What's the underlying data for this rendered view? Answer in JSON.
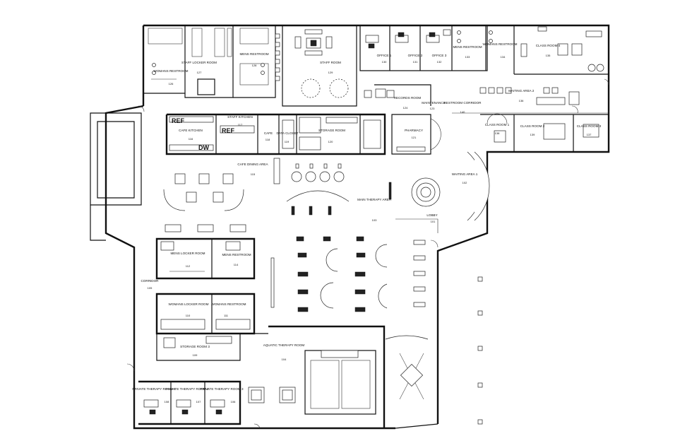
{
  "rooms": {
    "womens_restroom_2": {
      "name": "WOMANS RESTROOM",
      "number": "126"
    },
    "staff_locker_room": {
      "name": "STAFF LOCKER ROOM",
      "number": "127"
    },
    "mens_restroom_2": {
      "name": "MENS RESTROOM",
      "number": "128"
    },
    "staff_room": {
      "name": "STAFF ROOM",
      "number": "129"
    },
    "office_1": {
      "name": "OFFICE 1",
      "number": "130"
    },
    "office_2": {
      "name": "OFFICE 2",
      "number": "131"
    },
    "office_3": {
      "name": "OFFICE 3",
      "number": "132"
    },
    "mens_restroom_3": {
      "name": "MENS RESTROOM",
      "number": "133"
    },
    "womens_restroom_3": {
      "name": "WOMANS RESTROOM",
      "number": "134"
    },
    "class_room_4": {
      "name": "CLASS ROOM 4",
      "number": "135"
    },
    "waiting_area_2": {
      "name": "WAITING AREA 2",
      "number": "136"
    },
    "restroom_corridor": {
      "name": "RESTROOM CORRIDOR",
      "number": "140"
    },
    "records_room": {
      "name": "RECORDS ROOM",
      "number": "124"
    },
    "maintenance": {
      "name": "MAINTENANCE",
      "number": "123"
    },
    "cafe_kitchen": {
      "name": "CAFE KITCHEN",
      "number": "116"
    },
    "staff_kitchen": {
      "name": "STAFF KITCHEN",
      "number": "117"
    },
    "cafe": {
      "name": "CAFE",
      "number": "118"
    },
    "data_closet": {
      "name": "DATA CLOSET",
      "number": "119"
    },
    "storage_room": {
      "name": "STORAGE ROOM",
      "number": "120"
    },
    "pharmacy": {
      "name": "PHARMACY",
      "number": "121"
    },
    "class_room_1": {
      "name": "CLASS ROOM 1",
      "number": "138"
    },
    "class_room_2": {
      "name": "CLASS ROOM 2",
      "number": "139"
    },
    "class_room_3": {
      "name": "CLASS ROOM 3",
      "number": "137"
    },
    "cafe_dining_area": {
      "name": "CAFE DINING AREA",
      "number": "115"
    },
    "waiting_area_1": {
      "name": "WAITING AREA 1",
      "number": "102"
    },
    "main_therapy_area": {
      "name": "MAIN THERAPY AREA",
      "number": "103"
    },
    "lobby": {
      "name": "LOBBY",
      "number": "101"
    },
    "mens_locker_room": {
      "name": "MENS LOCKER ROOM",
      "number": "112"
    },
    "mens_restroom": {
      "name": "MENS RESTROOM",
      "number": "114"
    },
    "corridor": {
      "name": "CORRIDOR",
      "number": "105"
    },
    "womens_locker_room": {
      "name": "WOMANS LOCKER ROOM",
      "number": "110"
    },
    "womens_restroom": {
      "name": "WOMANS RESTROOM",
      "number": "111"
    },
    "storage_room_3": {
      "name": "STORAGE ROOM 3",
      "number": "109"
    },
    "aquatic_therapy_room": {
      "name": "AQUATIC THERAPY ROOM",
      "number": "104"
    },
    "private_therapy_1": {
      "name": "PRIVATE THERAPY ROOM 1",
      "number": "108"
    },
    "private_therapy_2": {
      "name": "PRIVATE THERAPY ROOM 2",
      "number": "107"
    },
    "private_therapy_3": {
      "name": "PRIVATE THERAPY ROOM 3",
      "number": "106"
    }
  },
  "appliance_tags": {
    "ref_1": "REF",
    "ref_2": "REF",
    "dw": "DW"
  }
}
